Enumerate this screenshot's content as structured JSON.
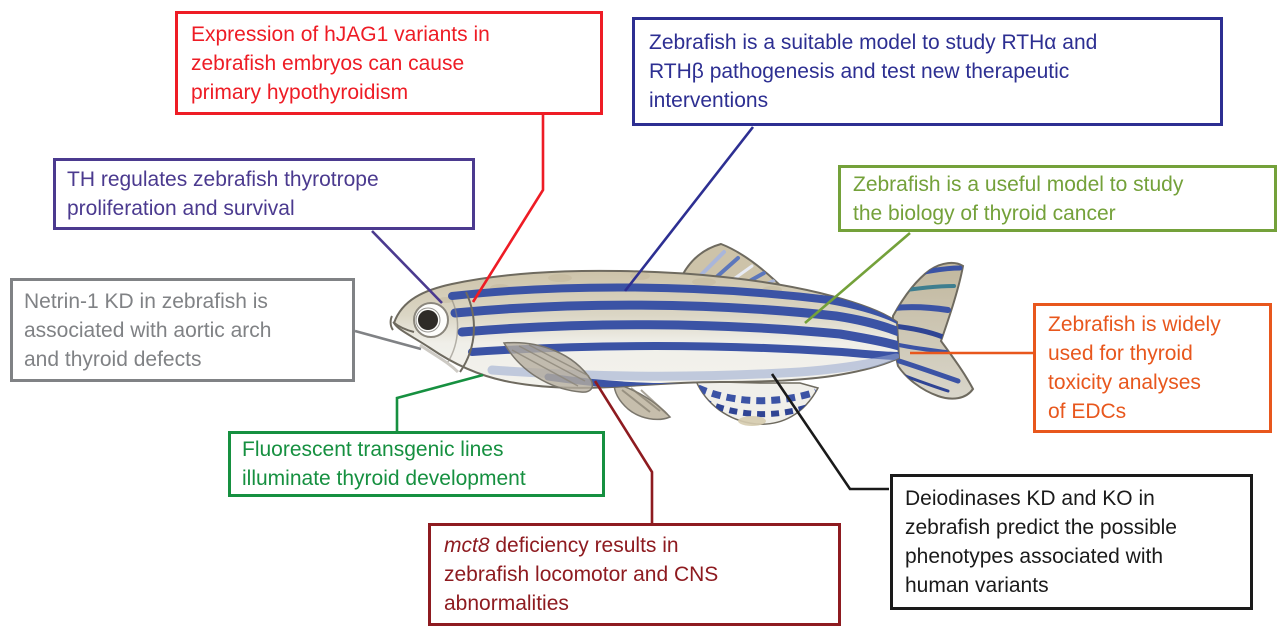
{
  "figure": {
    "title": "Zebrafish thyroid research applications diagram",
    "background": "#ffffff",
    "callouts": [
      {
        "id": "hjag1",
        "color": "#ee1c25",
        "text": "Expression of hJAG1 variants in\nzebrafish embryos can cause\nprimary hypothyroidism"
      },
      {
        "id": "rth",
        "color": "#2d2f92",
        "text": "Zebrafish is a suitable model to study RTHα and\nRTHβ pathogenesis and test new therapeutic\ninterventions"
      },
      {
        "id": "thyrotrope",
        "color": "#4b3a8f",
        "text": "TH regulates zebrafish thyrotrope\nproliferation and survival"
      },
      {
        "id": "thyroid-cancer",
        "color": "#74a13a",
        "text": "Zebrafish is a useful model to study\nthe biology of thyroid cancer"
      },
      {
        "id": "netrin1",
        "color": "#808285",
        "text": "Netrin-1 KD in zebrafish is\nassociated with aortic arch\nand thyroid defects"
      },
      {
        "id": "edc-toxicity",
        "color": "#e8571d",
        "text": "Zebrafish is widely\nused for thyroid\ntoxicity analyses\nof EDCs"
      },
      {
        "id": "transgenic",
        "color": "#169040",
        "text": "Fluorescent transgenic lines\nilluminate thyroid development"
      },
      {
        "id": "mct8",
        "color": "#8e1b20",
        "gene": "mct8",
        "text": " deficiency results in\nzebrafish locomotor and CNS\nabnormalities"
      },
      {
        "id": "deiodinases",
        "color": "#1a1a1a",
        "text": "Deiodinases KD and KO in\nzebrafish predict the possible\nphenotypes associated with\nhuman variants"
      }
    ],
    "fish": {
      "name": "zebrafish",
      "colors": {
        "body_top": "#cdc3a9",
        "belly": "#f0efe9",
        "outline": "#6e6a5f",
        "stripe_blue": "#3b53a5",
        "stripe_dark": "#2f4494",
        "stripe_teal": "#3e7e8f",
        "stripe_pale": "#98a8cf",
        "fin_gray": "#b5ae9f",
        "eye_pupil": "#2e2b27",
        "eye_ring": "#8a867c"
      }
    }
  }
}
